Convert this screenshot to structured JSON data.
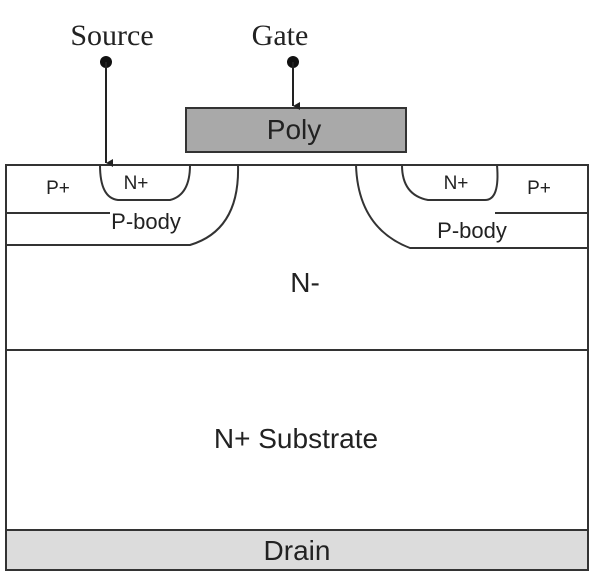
{
  "terminals": {
    "source": "Source",
    "gate": "Gate",
    "drain": "Drain"
  },
  "layers": {
    "poly": "Poly",
    "n_minus": "N-",
    "n_plus_substrate": "N+ Substrate"
  },
  "left_cell": {
    "p_plus": "P+",
    "n_plus": "N+",
    "p_body": "P-body"
  },
  "right_cell": {
    "p_plus": "P+",
    "n_plus": "N+",
    "p_body": "P-body"
  },
  "colors": {
    "poly_fill": "#a9a9a9",
    "drain_fill": "#dcdcdc",
    "outline": "#333333"
  }
}
